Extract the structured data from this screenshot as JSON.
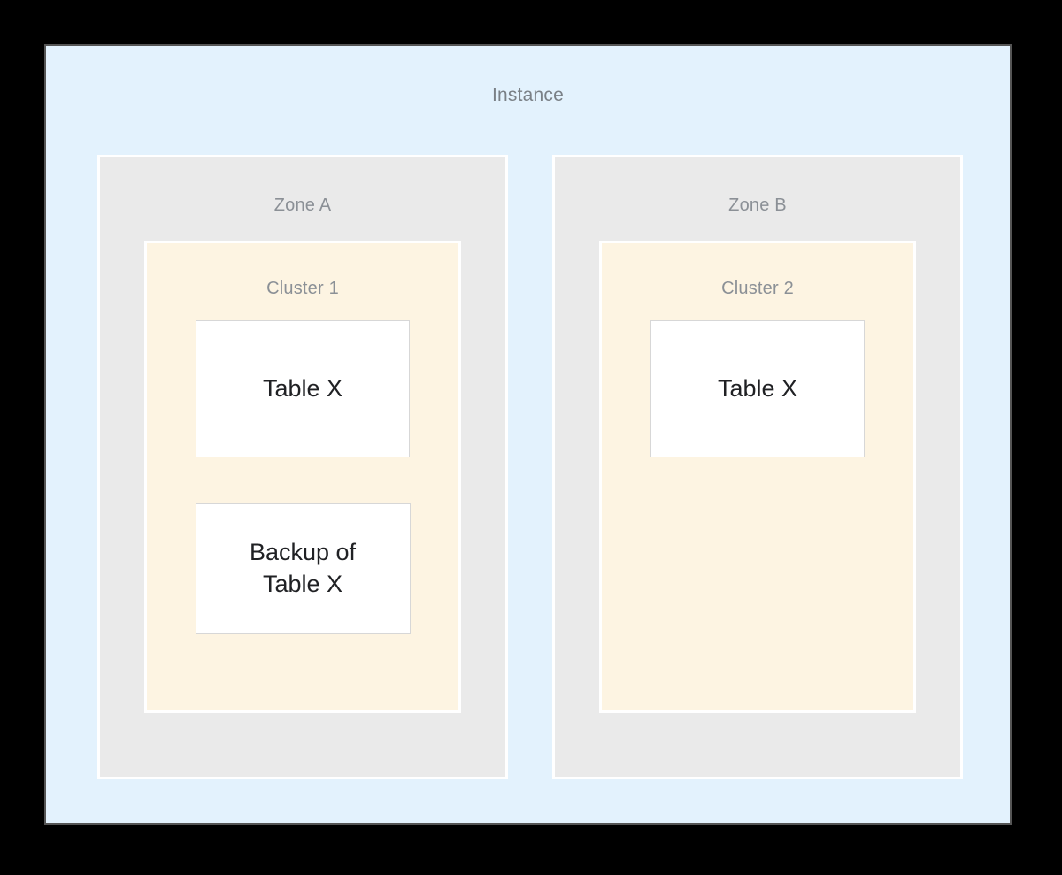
{
  "diagram": {
    "type": "architecture-diagram",
    "instance": {
      "label": "Instance",
      "background_color": "#e3f2fd",
      "border_color": "#555555",
      "zones": [
        {
          "label": "Zone A",
          "background_color": "#eaeaea",
          "clusters": [
            {
              "label": "Cluster 1",
              "background_color": "#fdf4e2",
              "tables": [
                {
                  "label": "Table X",
                  "lines": [
                    "Table X"
                  ],
                  "kind": "primary"
                },
                {
                  "label": "Backup of Table X",
                  "lines": [
                    "Backup of",
                    "Table X"
                  ],
                  "kind": "backup"
                }
              ]
            }
          ]
        },
        {
          "label": "Zone B",
          "background_color": "#eaeaea",
          "clusters": [
            {
              "label": "Cluster 2",
              "background_color": "#fdf4e2",
              "tables": [
                {
                  "label": "Table X",
                  "lines": [
                    "Table X"
                  ],
                  "kind": "primary"
                }
              ]
            }
          ]
        }
      ]
    }
  }
}
